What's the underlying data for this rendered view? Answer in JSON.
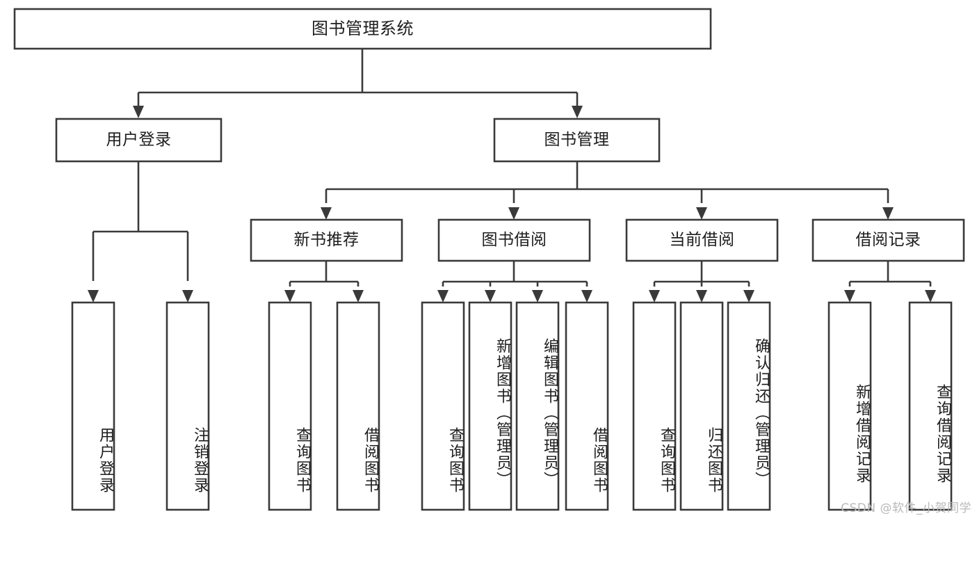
{
  "diagram": {
    "type": "tree-hierarchy",
    "title_node": {
      "id": "root",
      "label": "图书管理系统"
    },
    "level2": [
      {
        "id": "user-login",
        "label": "用户登录"
      },
      {
        "id": "book-manage",
        "label": "图书管理"
      }
    ],
    "level3": [
      {
        "id": "new-book-rec",
        "label": "新书推荐",
        "parent": "book-manage"
      },
      {
        "id": "book-borrow",
        "label": "图书借阅",
        "parent": "book-manage"
      },
      {
        "id": "current-borrow",
        "label": "当前借阅",
        "parent": "book-manage"
      },
      {
        "id": "borrow-record",
        "label": "借阅记录",
        "parent": "book-manage"
      }
    ],
    "leaves": [
      {
        "id": "leaf-user-login",
        "label": "用户登录",
        "parent": "user-login"
      },
      {
        "id": "leaf-logout",
        "label": "注销登录",
        "parent": "user-login"
      },
      {
        "id": "leaf-query-book-1",
        "label": "查询图书",
        "parent": "new-book-rec"
      },
      {
        "id": "leaf-borrow-book-1",
        "label": "借阅图书",
        "parent": "new-book-rec"
      },
      {
        "id": "leaf-query-book-2",
        "label": "查询图书",
        "parent": "book-borrow"
      },
      {
        "id": "leaf-add-book",
        "label": "新增图书（管理员）",
        "parent": "book-borrow"
      },
      {
        "id": "leaf-edit-book",
        "label": "编辑图书（管理员）",
        "parent": "book-borrow"
      },
      {
        "id": "leaf-borrow-book-2",
        "label": "借阅图书",
        "parent": "book-borrow"
      },
      {
        "id": "leaf-query-book-3",
        "label": "查询图书",
        "parent": "current-borrow"
      },
      {
        "id": "leaf-return-book",
        "label": "归还图书",
        "parent": "current-borrow"
      },
      {
        "id": "leaf-confirm-return",
        "label": "确认归还（管理员）",
        "parent": "current-borrow"
      },
      {
        "id": "leaf-add-record",
        "label": "新增借阅记录",
        "parent": "borrow-record"
      },
      {
        "id": "leaf-query-record",
        "label": "查询借阅记录",
        "parent": "borrow-record"
      }
    ],
    "colors": {
      "stroke": "#3a3a3a",
      "fill": "#ffffff",
      "text": "#1d1d1d",
      "watermark": "#b9b9b9",
      "background": "#ffffff"
    }
  },
  "watermark": {
    "text": "CSDN @软件_小贺同学"
  }
}
